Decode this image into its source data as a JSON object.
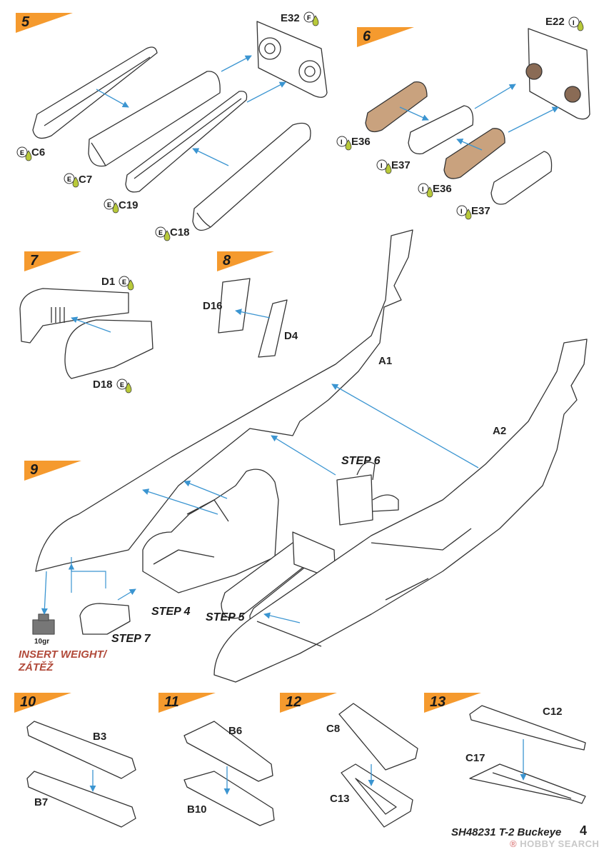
{
  "steps": [
    "5",
    "6",
    "7",
    "8",
    "9",
    "10",
    "11",
    "12",
    "13"
  ],
  "parts": {
    "E32": "E32",
    "E22": "E22",
    "C6": "C6",
    "C7": "C7",
    "C19": "C19",
    "C18": "C18",
    "E36a": "E36",
    "E37a": "E37",
    "E36b": "E36",
    "E37b": "E37",
    "D1": "D1",
    "D18": "D18",
    "D16": "D16",
    "D4": "D4",
    "A1": "A1",
    "A2": "A2",
    "B3": "B3",
    "B7": "B7",
    "B6": "B6",
    "B10": "B10",
    "C8": "C8",
    "C13": "C13",
    "C12": "C12",
    "C17": "C17"
  },
  "badges": {
    "E": "E",
    "F": "F",
    "I": "I"
  },
  "step_refs": {
    "step6": "STEP 6",
    "step4": "STEP 4",
    "step5": "STEP 5",
    "step7": "STEP 7"
  },
  "weight": {
    "amount": "10gr",
    "line1": "INSERT WEIGHT/",
    "line2": "ZÁTĚŽ"
  },
  "footer": {
    "title": "SH48231 T-2 Buckeye",
    "page": "4"
  },
  "watermark": {
    "brand": "HOBBY SEARCH",
    "mark": "®"
  },
  "colors": {
    "step_flag": "#f59a2e",
    "arrow": "#3b95d1",
    "tan": "#c9a27e",
    "paint_drop": "#b8c93a",
    "weight_red": "#b14a3a"
  }
}
